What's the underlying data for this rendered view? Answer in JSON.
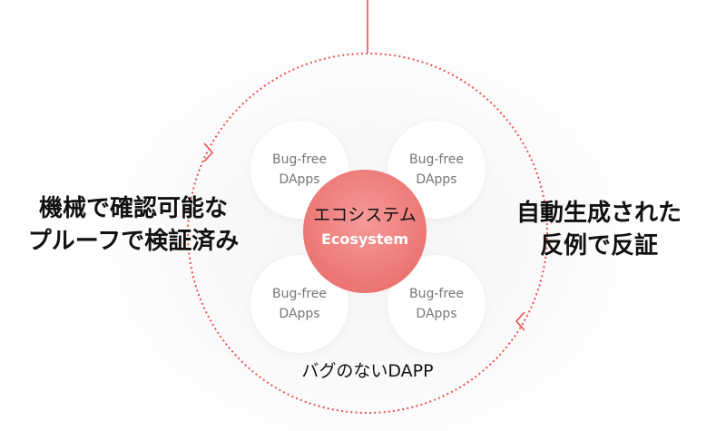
{
  "diagram": {
    "center": {
      "title_jp": "エコシステム",
      "title_en": "Ecosystem"
    },
    "nodes": [
      {
        "line1": "Bug-free",
        "line2": "DApps"
      },
      {
        "line1": "Bug-free",
        "line2": "DApps"
      },
      {
        "line1": "Bug-free",
        "line2": "DApps"
      },
      {
        "line1": "Bug-free",
        "line2": "DApps"
      }
    ],
    "left_label": {
      "line1": "機械で確認可能な",
      "line2": "プルーフで検証済み"
    },
    "right_label": {
      "line1": "自動生成された",
      "line2": "反例で反証"
    },
    "bottom_label": "バグのないDAPP",
    "colors": {
      "accent": "#e8524f",
      "center_fill": "#ee7d7b",
      "node_text": "#777777"
    }
  }
}
